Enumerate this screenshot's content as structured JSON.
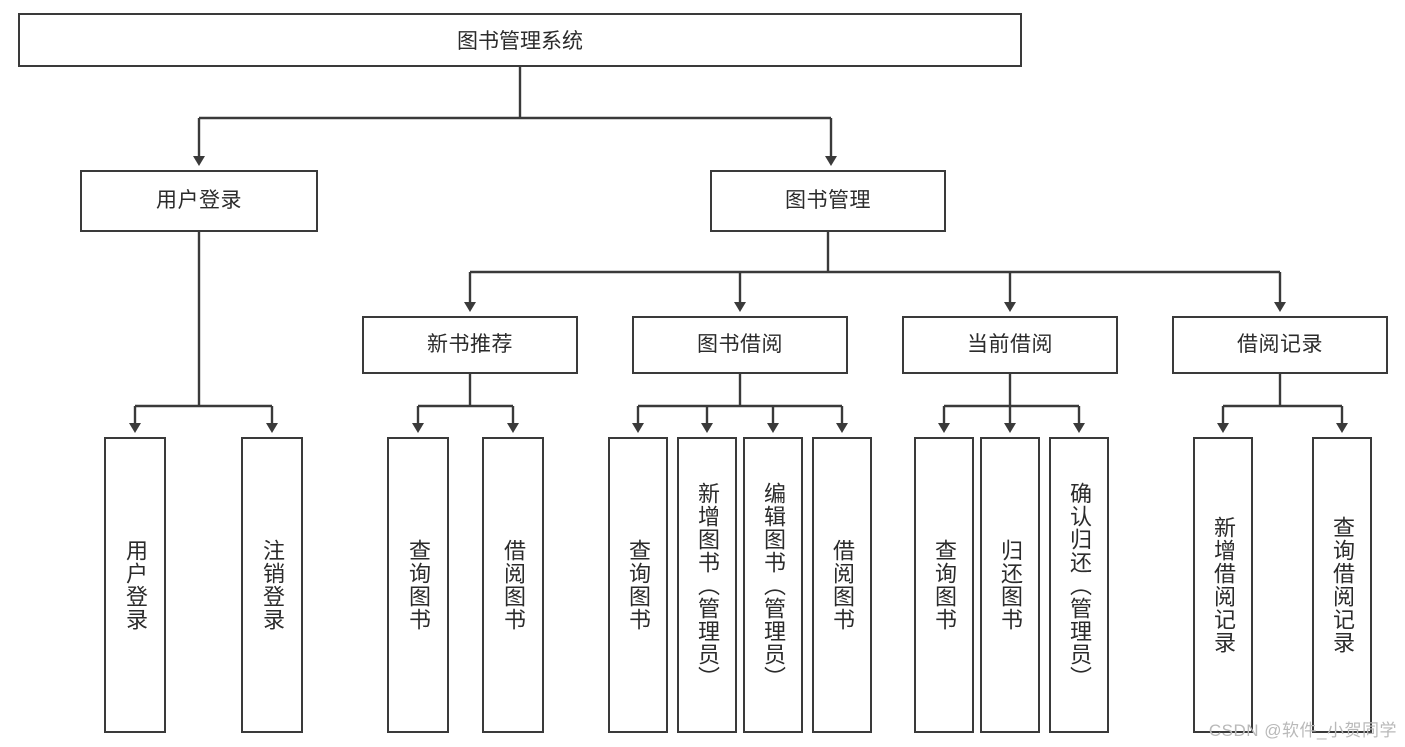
{
  "diagram": {
    "title": "图书管理系统",
    "type": "tree",
    "colors": {
      "box_border": "#3a3a3a",
      "box_fill": "#ffffff",
      "connector": "#3a3a3a",
      "text": "#2b2b2b",
      "watermark": "#b9b9b9",
      "background": "#ffffff"
    },
    "root": {
      "label": "图书管理系统"
    },
    "level2": [
      {
        "label": "用户登录"
      },
      {
        "label": "图书管理"
      }
    ],
    "level3": [
      {
        "label": "新书推荐"
      },
      {
        "label": "图书借阅"
      },
      {
        "label": "当前借阅"
      },
      {
        "label": "借阅记录"
      }
    ],
    "leaves_user_login": [
      {
        "label": "用户登录"
      },
      {
        "label": "注销登录"
      }
    ],
    "leaves_new_book": [
      {
        "label": "查询图书"
      },
      {
        "label": "借阅图书"
      }
    ],
    "leaves_borrow": [
      {
        "label": "查询图书"
      },
      {
        "label": "新增图书（管理员）"
      },
      {
        "label": "编辑图书（管理员）"
      },
      {
        "label": "借阅图书"
      }
    ],
    "leaves_current": [
      {
        "label": "查询图书"
      },
      {
        "label": "归还图书"
      },
      {
        "label": "确认归还（管理员）"
      }
    ],
    "leaves_records": [
      {
        "label": "新增借阅记录"
      },
      {
        "label": "查询借阅记录"
      }
    ]
  },
  "watermark": {
    "text": "CSDN @软件_小贺同学"
  }
}
